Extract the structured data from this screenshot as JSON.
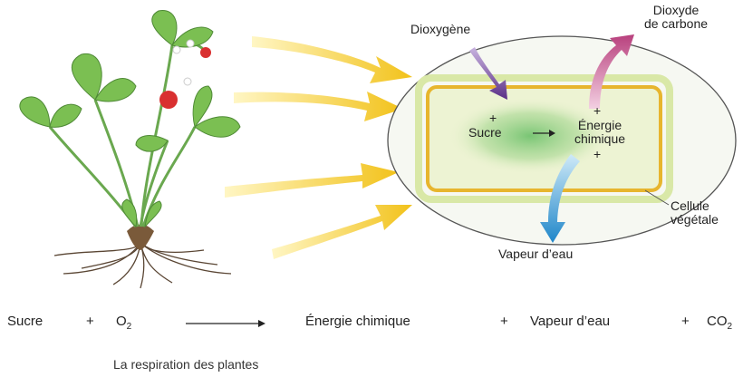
{
  "labels": {
    "dioxygene": "Dioxygène",
    "dioxyde_line1": "Dioxyde",
    "dioxyde_line2": "de carbone",
    "sucre": "Sucre",
    "energie_line1": "Énergie",
    "energie_line2": "chimique",
    "cellule_line1": "Cellule",
    "cellule_line2": "végétale",
    "vapeur": "Vapeur d’eau",
    "plus": "+"
  },
  "equation": {
    "sucre": "Sucre",
    "plus": "+",
    "o2_base": "O",
    "o2_sub": "2",
    "energie": "Énergie chimique",
    "vapeur": "Vapeur d’eau",
    "co2_base": "CO",
    "co2_sub": "2"
  },
  "caption": "La respiration des plantes",
  "colors": {
    "sun_arrow": "#f2c21a",
    "o2_arrow": "#5a2e86",
    "co2_arrow": "#c24f88",
    "water_arrow": "#1f86c9",
    "cell_fill": "#eaf2cf",
    "cell_wall": "#e7b52e",
    "chloroplast": "#6cc06a"
  }
}
